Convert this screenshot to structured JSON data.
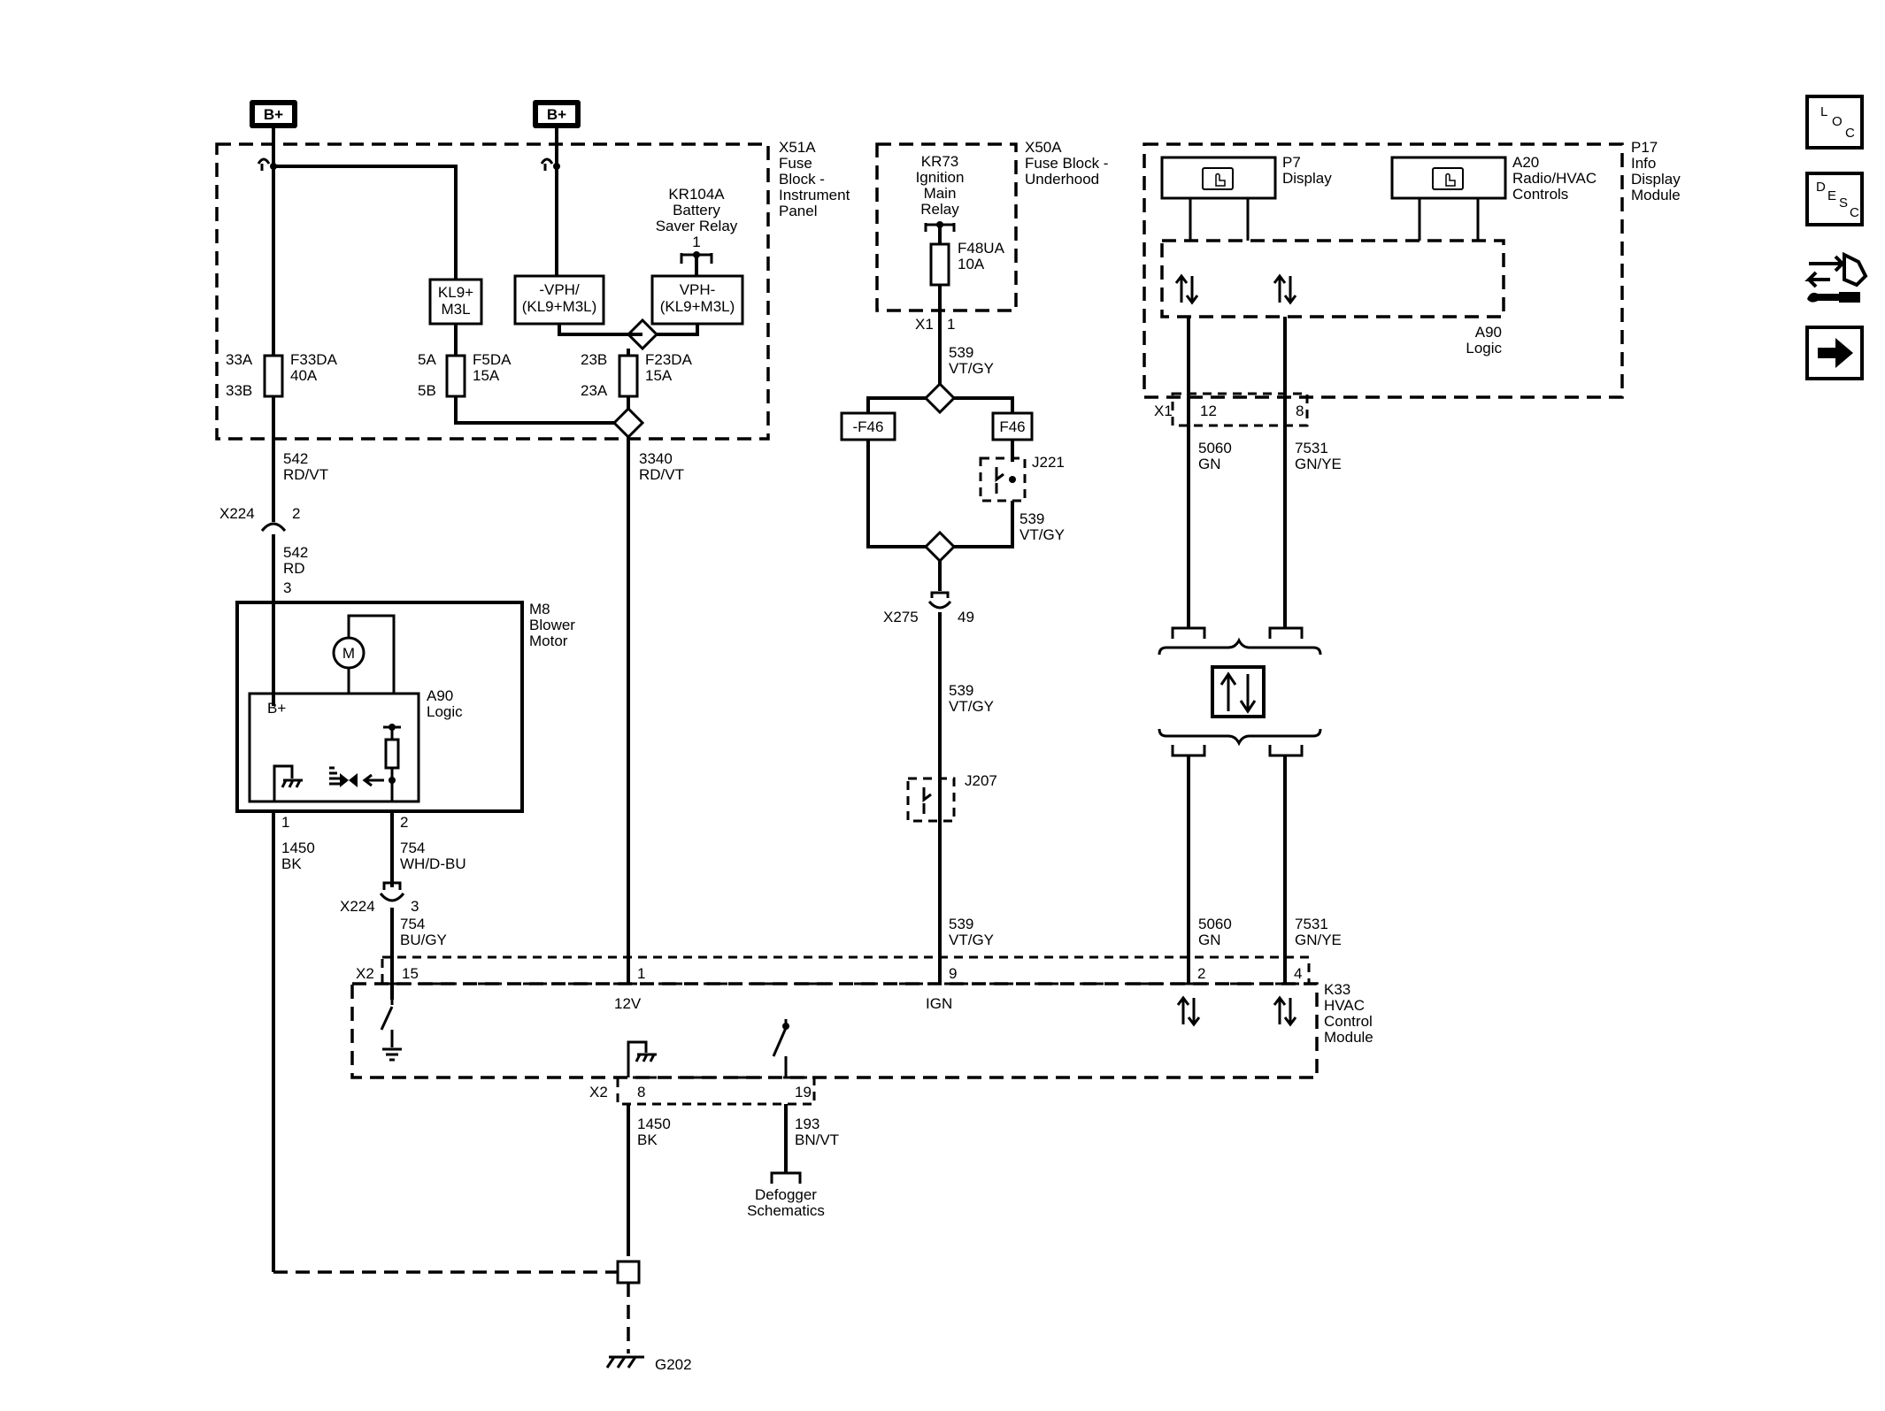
{
  "diagram": {
    "power": {
      "bplus_left": "B+",
      "bplus_right": "B+"
    },
    "x51a": {
      "ref": "X51A",
      "name_l1": "Fuse",
      "name_l2": "Block -",
      "name_l3": "Instrument",
      "name_l4": "Panel"
    },
    "kr104a": {
      "ref": "KR104A",
      "name_l1": "Battery",
      "name_l2": "Saver Relay",
      "pin": "1"
    },
    "relays": {
      "kl9_l1": "KL9+",
      "kl9_l2": "M3L",
      "vph_neg_l1": "-VPH/",
      "vph_neg_l2": "(KL9+M3L)",
      "vph_l1": "VPH-",
      "vph_l2": "(KL9+M3L)"
    },
    "fuses": {
      "f33da": {
        "name": "F33DA",
        "rating": "40A",
        "in": "33A",
        "out": "33B"
      },
      "f5da": {
        "name": "F5DA",
        "rating": "15A",
        "in": "5A",
        "out": "5B"
      },
      "f23da": {
        "name": "F23DA",
        "rating": "15A",
        "in": "23B",
        "out": "23A"
      },
      "f48ua": {
        "name": "F48UA",
        "rating": "10A"
      }
    },
    "x50a": {
      "ref": "X50A",
      "name_l1": "Fuse Block -",
      "name_l2": "Underhood"
    },
    "kr73": {
      "ref": "KR73",
      "name_l1": "Ignition",
      "name_l2": "Main",
      "name_l3": "Relay"
    },
    "p17": {
      "ref": "P17",
      "name_l1": "Info",
      "name_l2": "Display",
      "name_l3": "Module"
    },
    "p7": {
      "ref": "P7",
      "name": "Display"
    },
    "a20": {
      "ref": "A20",
      "name_l1": "Radio/HVAC",
      "name_l2": "Controls"
    },
    "a90_p17": {
      "ref": "A90",
      "name": "Logic"
    },
    "x1": {
      "ref_p17": "X1",
      "pin12": "12",
      "pin8": "8",
      "ref_x50a": "X1",
      "pin1": "1"
    },
    "options": {
      "f46_neg": "-F46",
      "f46": "F46",
      "j221": "J221",
      "j207": "J207"
    },
    "wires": {
      "w542a_num": "542",
      "w542a_col": "RD/VT",
      "w542b_num": "542",
      "w542b_col": "RD",
      "w542b_pin": "3",
      "w3340_num": "3340",
      "w3340_col": "RD/VT",
      "w539a_num": "539",
      "w539a_col": "VT/GY",
      "w539b_num": "539",
      "w539b_col": "VT/GY",
      "w539c_num": "539",
      "w539c_col": "VT/GY",
      "w539d_num": "539",
      "w539d_col": "VT/GY",
      "w5060a_num": "5060",
      "w5060a_col": "GN",
      "w7531a_num": "7531",
      "w7531a_col": "GN/YE",
      "w5060b_num": "5060",
      "w5060b_col": "GN",
      "w7531b_num": "7531",
      "w7531b_col": "GN/YE",
      "w1450a_num": "1450",
      "w1450a_col": "BK",
      "w754a_num": "754",
      "w754a_col": "WH/D-BU",
      "w754b_num": "754",
      "w754b_col": "BU/GY",
      "w1450b_num": "1450",
      "w1450b_col": "BK",
      "w193_num": "193",
      "w193_col": "BN/VT"
    },
    "connectors": {
      "x224_top": "X224",
      "x224_top_pin": "2",
      "x224_bot": "X224",
      "x224_bot_pin": "3",
      "x275": "X275",
      "x275_pin": "49",
      "x2_top": "X2",
      "x2_bot": "X2",
      "k33_p15": "15",
      "k33_p1": "1",
      "k33_p9": "9",
      "k33_p2": "2",
      "k33_p4": "4",
      "k33_p8": "8",
      "k33_p19": "19",
      "m8_p1": "1",
      "m8_p2": "2"
    },
    "m8": {
      "ref": "M8",
      "name_l1": "Blower",
      "name_l2": "Motor",
      "motor": "M",
      "bplus": "B+"
    },
    "a90_m8": {
      "ref": "A90",
      "name": "Logic"
    },
    "k33": {
      "ref": "K33",
      "name_l1": "HVAC",
      "name_l2": "Control",
      "name_l3": "Module",
      "v12": "12V",
      "ign": "IGN"
    },
    "defogger": {
      "l1": "Defogger",
      "l2": "Schematics"
    },
    "ground": {
      "ref": "G202"
    }
  },
  "nav": {
    "loc_l": "L",
    "loc_o": "O",
    "loc_c": "C",
    "desc_d": "D",
    "desc_e": "E",
    "desc_s": "S",
    "desc_c": "C"
  },
  "icons": [
    "finger-touch-icon",
    "bidirectional-arrows-icon",
    "connector-repair-icon",
    "next-arrow-icon",
    "ground-icon",
    "motor-icon",
    "fan-speed-icon"
  ]
}
